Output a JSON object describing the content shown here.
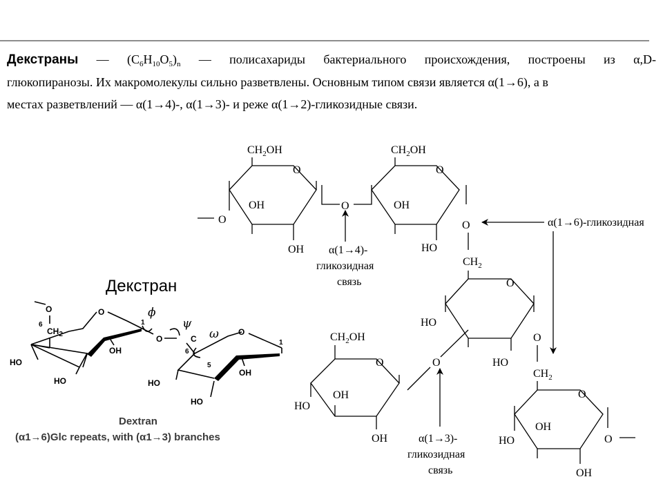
{
  "intro": {
    "term": "Декстраны",
    "dash1": " — ",
    "formula_open": "(C",
    "s1": "6",
    "h": "H",
    "s2": "10",
    "o": "O",
    "s3": "5",
    "close": ")",
    "n": "n",
    "line1_rest": " — полисахариды бактериального происхождения, построены из α,D-",
    "line2": "глюкопиранозы. Их макромолекулы сильно разветвлены. Основным типом связи является α(1→6), а в",
    "line3": "местах разветвлений — α(1→4)-, α(1→3)- и реже α(1→2)-гликозидные связи."
  },
  "scheme": {
    "ch2oh": "CH",
    "ch2oh_sub": "2",
    "ch2oh_tail": "OH",
    "ch2": "CH",
    "ch2_sub": "2",
    "o": "O",
    "oh": "OH",
    "ho": "HO",
    "link14": [
      "α(1→4)-",
      "гликозидная",
      "связь"
    ],
    "link13": [
      "α(1→3)-",
      "гликозидная",
      "связь"
    ],
    "link16": "α(1→6)-гликозидная"
  },
  "figure": {
    "title": "Декстран",
    "caption1": "Dextran",
    "caption2": "(α1→6)Glc repeats, with (α1→3) branches",
    "o": "O",
    "oh": "OH",
    "ho": "HO",
    "ch2": "CH",
    "ch2_sub": "2",
    "c": "C",
    "n1": "1",
    "n5": "5",
    "n6": "6",
    "phi": "ϕ",
    "psi": "ψ",
    "omega": "ω"
  }
}
